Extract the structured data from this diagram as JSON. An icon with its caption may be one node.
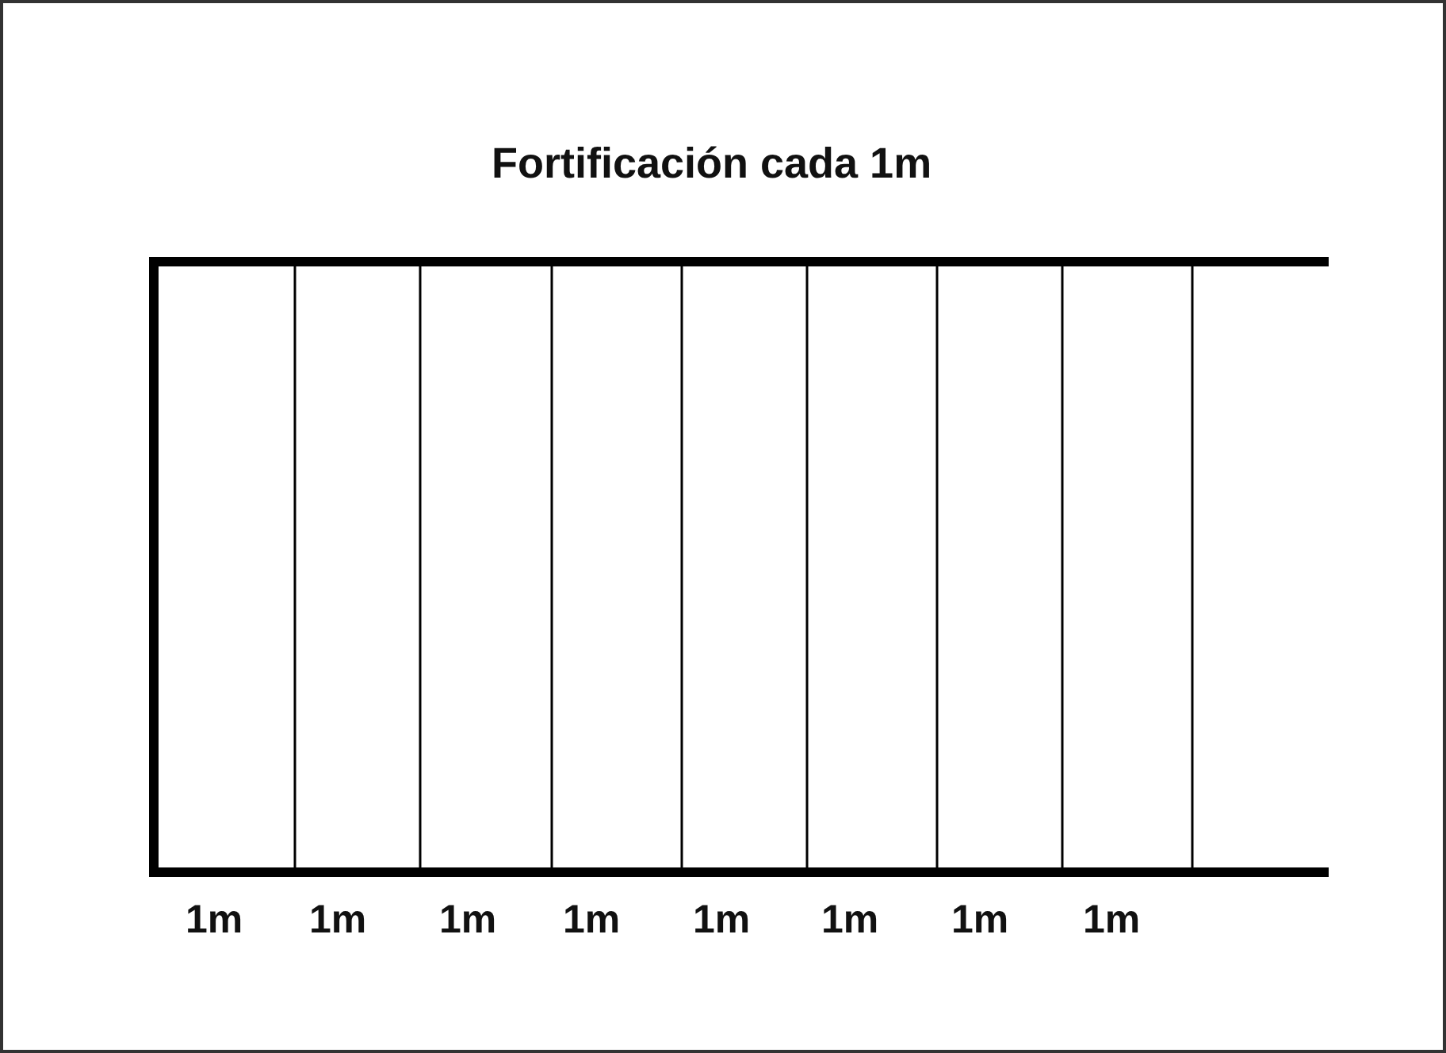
{
  "diagram": {
    "title": "Fortificación cada 1m",
    "labels": [
      "1m",
      "1m",
      "1m",
      "1m",
      "1m",
      "1m",
      "1m",
      "1m"
    ]
  }
}
